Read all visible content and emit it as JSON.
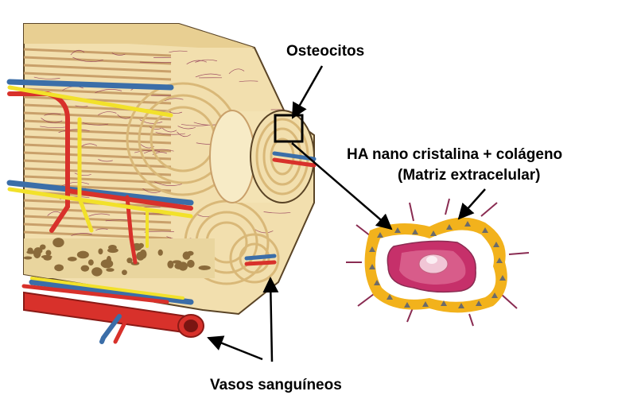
{
  "labels": {
    "osteocytes": "Osteocitos",
    "matrix_line1": "HA nano cristalina + colágeno",
    "matrix_line2": "(Matriz extracelular)",
    "vessels": "Vasos sanguíneos"
  },
  "colors": {
    "bone_fill": "#f2dfae",
    "bone_dark": "#d9b878",
    "lamella_line": "#c9a06a",
    "fiber": "#8a2c52",
    "artery": "#d8312b",
    "vein": "#3b6ea8",
    "nerve": "#f2e12a",
    "marrow": "#8a6a3a",
    "matrix_ring": "#f2b21c",
    "crystal": "#6b6b6b",
    "cell": "#c6306a",
    "cell_light": "#e47aa0",
    "nucleus": "#f1c6d6"
  }
}
